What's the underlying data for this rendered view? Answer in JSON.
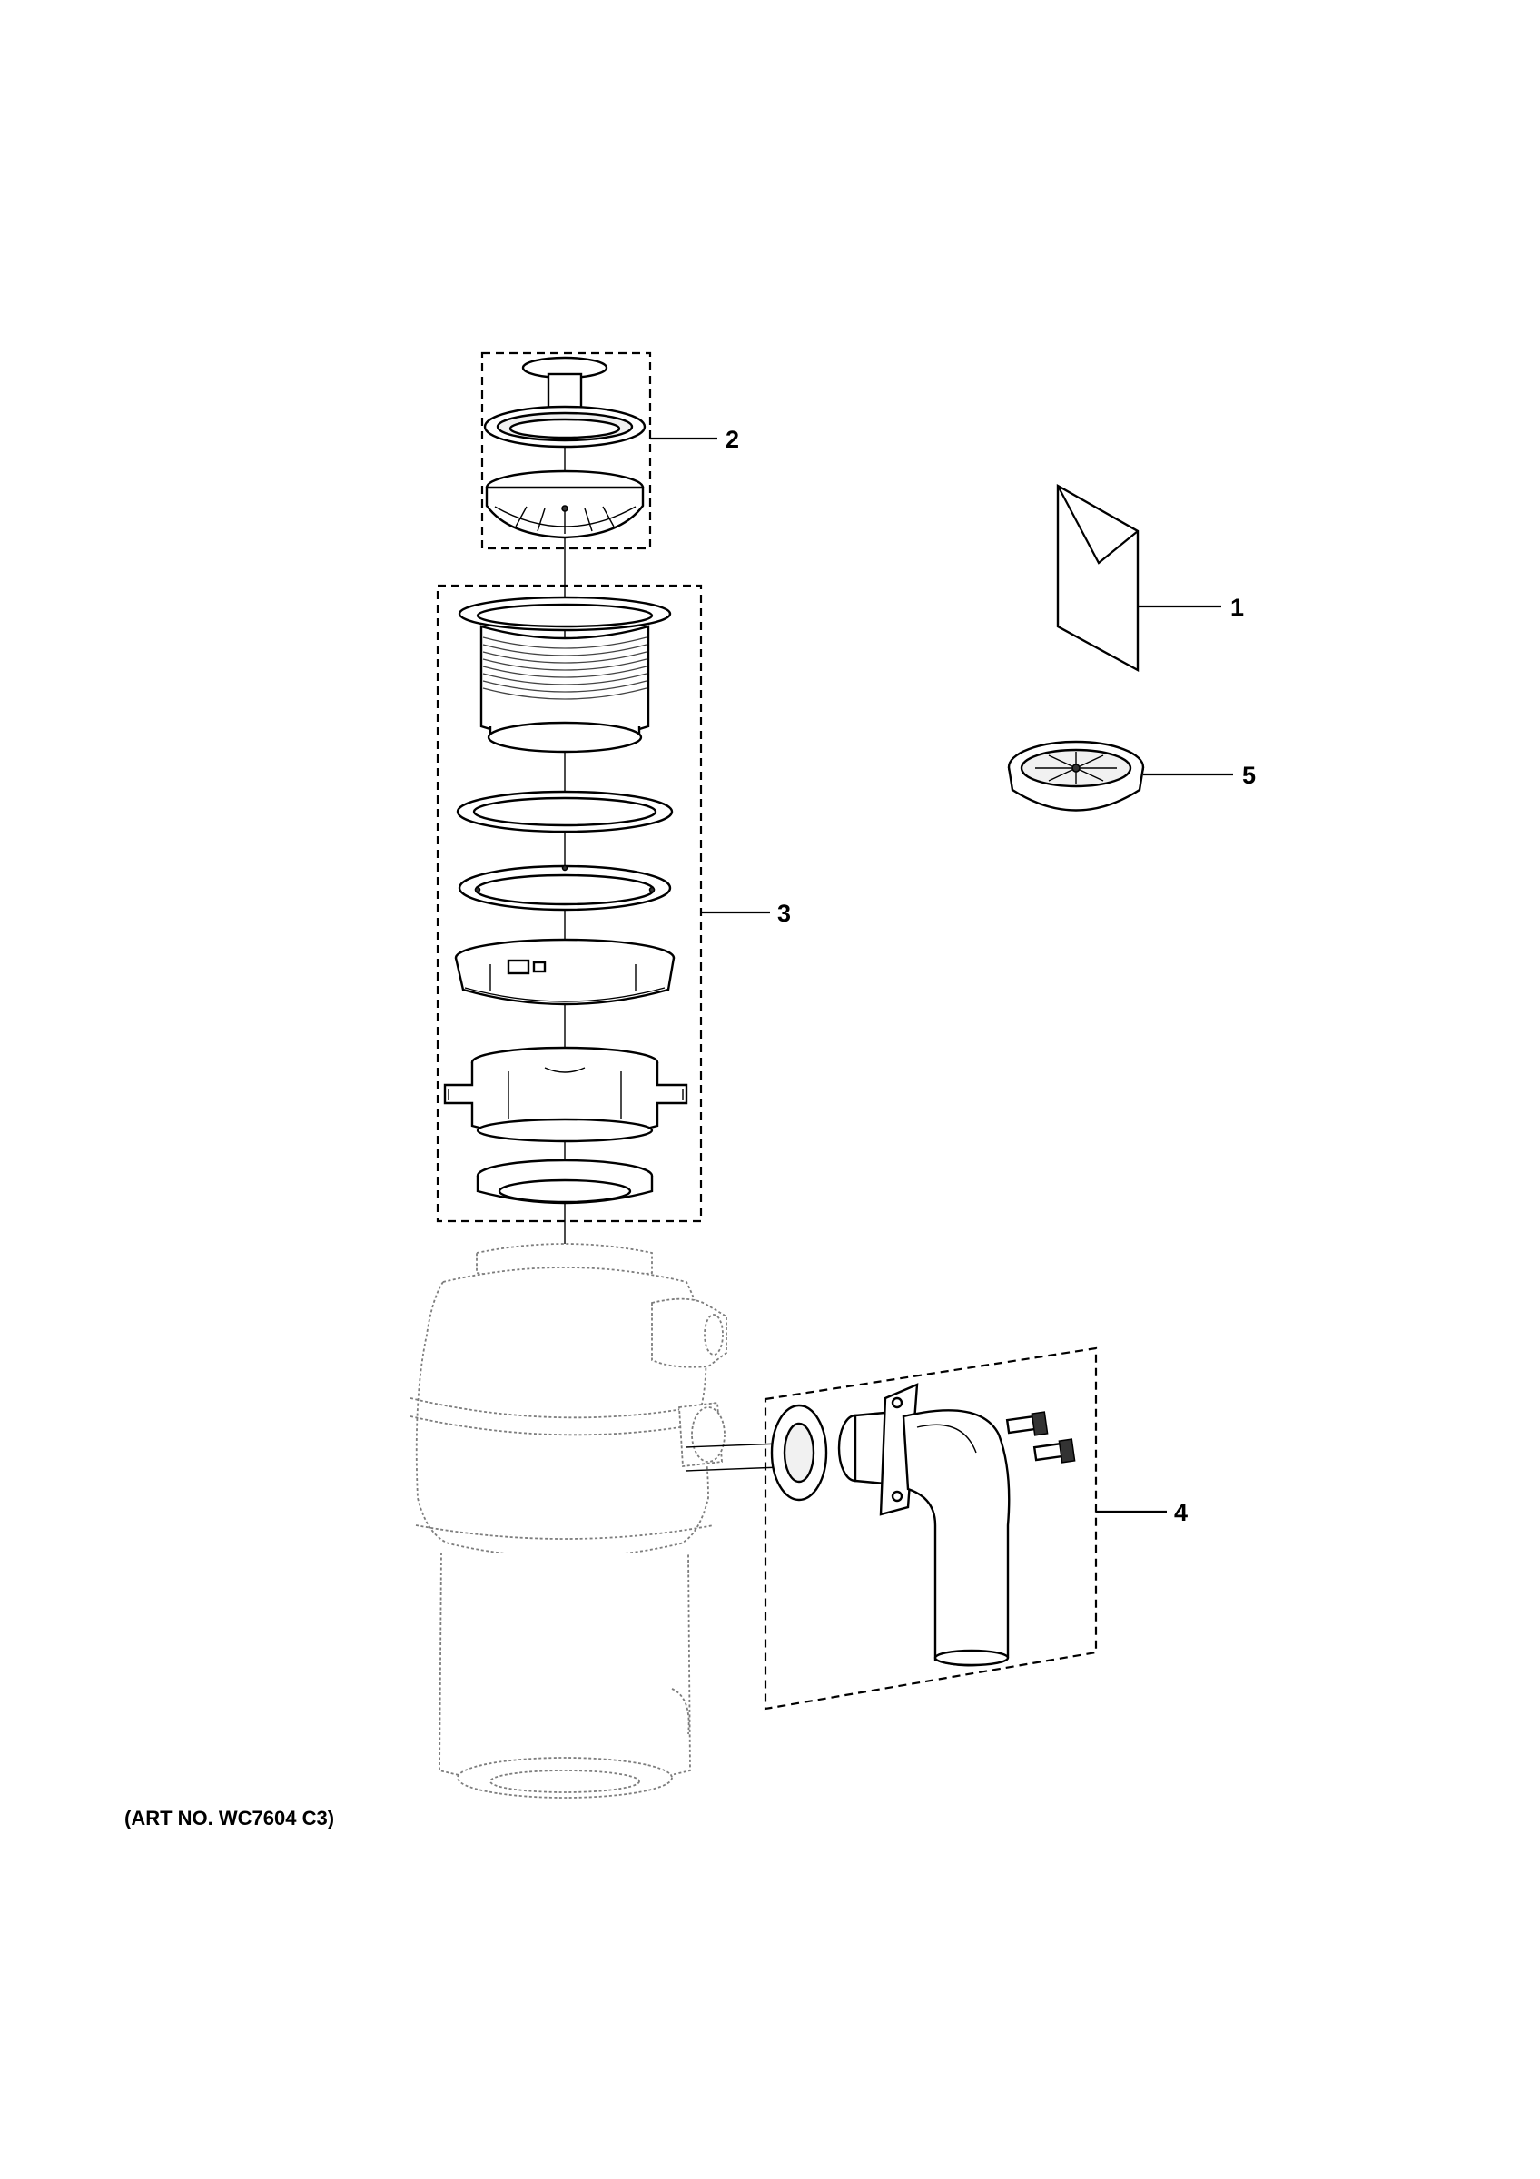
{
  "callouts": [
    {
      "id": "1",
      "label": "1"
    },
    {
      "id": "2",
      "label": "2"
    },
    {
      "id": "3",
      "label": "3"
    },
    {
      "id": "4",
      "label": "4"
    },
    {
      "id": "5",
      "label": "5"
    }
  ],
  "art_number": "(ART NO. WC7604 C3)"
}
